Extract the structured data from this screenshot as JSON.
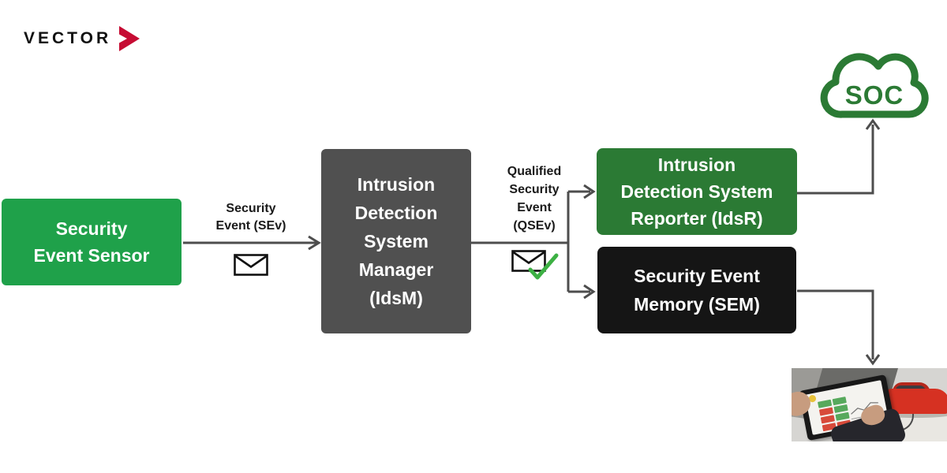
{
  "brand": {
    "name": "VECTOR"
  },
  "colors": {
    "bright_green": "#1fa14a",
    "dark_green": "#2b7a34",
    "gray_box": "#505050",
    "black_box": "#151515",
    "arrow_line": "#4d4d4d",
    "logo_red": "#c60c33",
    "check_green": "#3cb043",
    "text_dark": "#1a1a1a"
  },
  "nodes": {
    "sensor": {
      "lines": [
        "Security",
        "Event Sensor"
      ]
    },
    "idsm": {
      "lines": [
        "Intrusion",
        "Detection",
        "System",
        "Manager",
        "(IdsM)"
      ]
    },
    "idsr": {
      "lines": [
        "Intrusion",
        "Detection System",
        "Reporter (IdsR)"
      ]
    },
    "sem": {
      "lines": [
        "Security Event",
        "Memory (SEM)"
      ]
    },
    "soc_cloud": {
      "label": "SOC"
    }
  },
  "edges": {
    "sev": {
      "lines": [
        "Security",
        "Event (SEv)"
      ],
      "icon": "envelope-icon"
    },
    "qsev": {
      "lines": [
        "Qualified",
        "Security",
        "Event",
        "(QSEv)"
      ],
      "icon": "envelope-check-icon"
    }
  },
  "photo": {
    "alt": "Hands holding a diagnostics tablet with red and green status cells, red sports car model behind"
  }
}
